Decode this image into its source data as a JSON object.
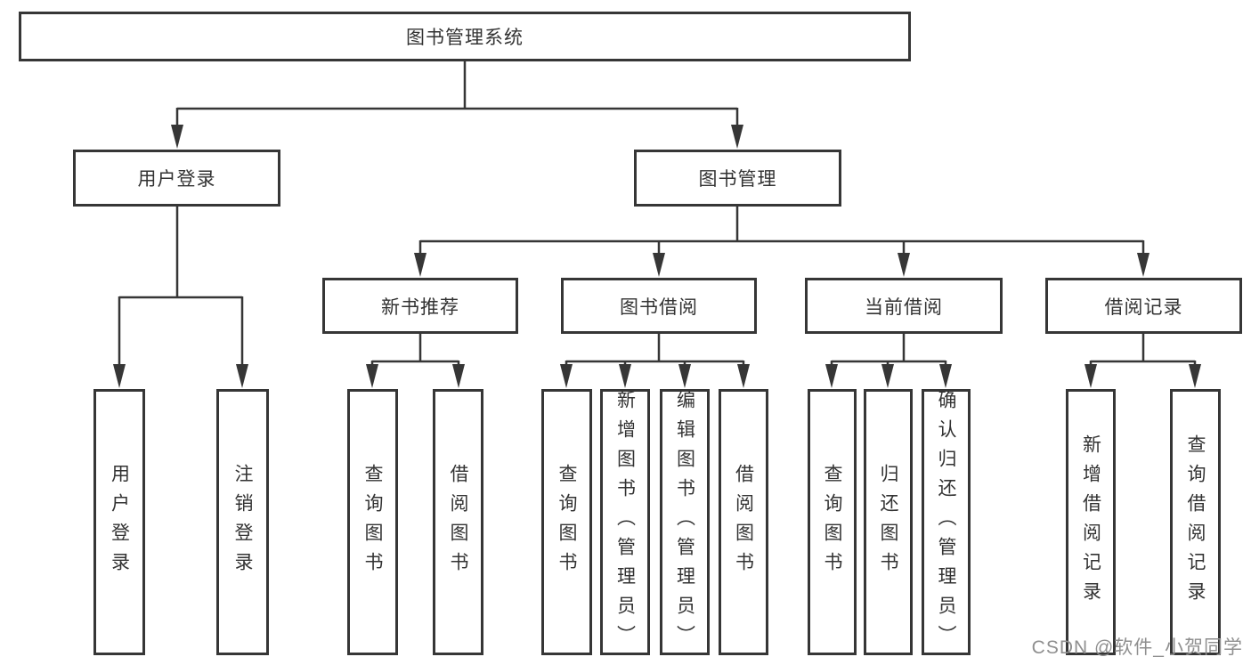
{
  "diagram_title": "图书管理系统",
  "nodes": {
    "root": {
      "label": "图书管理系统"
    },
    "user_login": {
      "label": "用户登录"
    },
    "book_mgmt": {
      "label": "图书管理"
    },
    "new_book_rec": {
      "label": "新书推荐"
    },
    "book_borrow": {
      "label": "图书借阅"
    },
    "current_borrow": {
      "label": "当前借阅"
    },
    "borrow_records": {
      "label": "借阅记录"
    },
    "user_login_leaf": {
      "label": "用户登录"
    },
    "logout_leaf": {
      "label": "注销登录"
    },
    "query_book_rec": {
      "label": "查询图书"
    },
    "borrow_book_rec": {
      "label": "借阅图书"
    },
    "query_book_borrow": {
      "label": "查询图书"
    },
    "add_book": {
      "label": "新增图书（管理员）"
    },
    "edit_book": {
      "label": "编辑图书（管理员）"
    },
    "borrow_book_borrow": {
      "label": "借阅图书"
    },
    "query_book_current": {
      "label": "查询图书"
    },
    "return_book": {
      "label": "归还图书"
    },
    "confirm_return": {
      "label": "确认归还（管理员）"
    },
    "add_record": {
      "label": "新增借阅记录"
    },
    "query_record": {
      "label": "查询借阅记录"
    }
  },
  "watermark": {
    "text": "CSDN @软件_小贺同学"
  },
  "colors": {
    "line": "#363636",
    "text": "#333333",
    "box_background": "#ffffff",
    "page_background": "#ffffff",
    "watermark": "#8f8f8f"
  }
}
